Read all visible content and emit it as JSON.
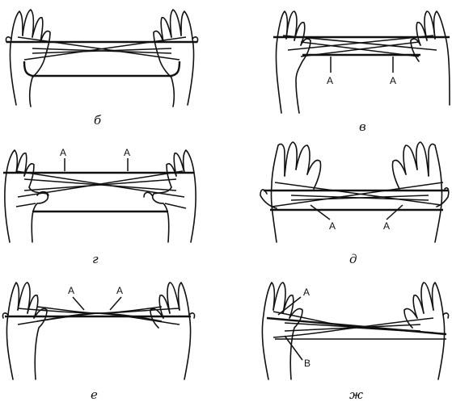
{
  "panels": [
    {
      "id": "b",
      "caption": "б",
      "marks": []
    },
    {
      "id": "v",
      "caption": "в",
      "marks": [
        "A",
        "A"
      ]
    },
    {
      "id": "g",
      "caption": "г",
      "marks": [
        "A",
        "A"
      ]
    },
    {
      "id": "d",
      "caption": "д",
      "marks": [
        "A",
        "A"
      ]
    },
    {
      "id": "e",
      "caption": "е",
      "marks": [
        "A",
        "A"
      ]
    },
    {
      "id": "zh",
      "caption": "ж",
      "marks": [
        "A",
        "B"
      ]
    }
  ]
}
